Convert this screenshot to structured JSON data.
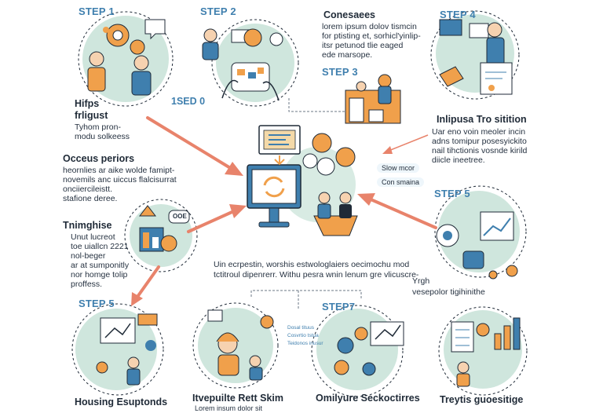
{
  "colors": {
    "accent_orange": "#f0a04b",
    "arrow_salmon": "#e8836b",
    "teal_circle": "#cfe6dd",
    "step_blue": "#3f7fae",
    "outline": "#1f2a37"
  },
  "center": {
    "pill_1": "Slow mcor",
    "pill_2": "Con smaina",
    "caption_line1": "Uin ecrpestin, worshis estwologlaiers oecimochu mod",
    "caption_line2": "tctitroul dipenrerr. Withu pesra wnin lenum gre vlicuscre-"
  },
  "top_left": {
    "step": "STEP 1",
    "title_line1": "Hifps",
    "title_line2": "frligust",
    "body_line1": "Tyhom pron-",
    "body_line2": "modu solkeess"
  },
  "top_mid": {
    "step": "STEP 2",
    "label": "1SED 0"
  },
  "top_right_text": {
    "title": "Conesaees",
    "line1": "lorem ipsum dolov tismcin",
    "line2": "for ptisting et, sorhicl'yinlip-",
    "line3": "itsr petunod tlie eaged",
    "line4": "ede marsope."
  },
  "step3": {
    "step": "STEP 3"
  },
  "step4": {
    "step": "STEP 4",
    "title": "Inlipusa Tro sitition",
    "line1": "Uar eno voin meoler incin",
    "line2": "adns tomipur posesyickito",
    "line3": "nail tihctionis vosnde kirild",
    "line4": "diicle ineetree."
  },
  "left_mid": {
    "title": "Occeus periors",
    "line1": "heornlies ar aike wolde famipt-",
    "line2": "novemils anc uiccus flalcisurrat",
    "line3": "onciiercileistt.",
    "line4": "stafione deree."
  },
  "left_lower": {
    "title": "Tnimghise",
    "line1": "Unut lucreot",
    "line2": "toe uiallcn 2221",
    "line3": "nol-beger",
    "line4": "ar at sumponitly",
    "line5": "nor homge tolip",
    "line6": "proffess.",
    "bubble": "OOE"
  },
  "step5_right": {
    "step": "STEP 5",
    "line1": "Yrgh",
    "line2": "vesepolor tigihinithe"
  },
  "bottom": {
    "step5_left": "STEP 5",
    "title_1": "Housing Esuptonds",
    "title_2": "Itvepuilte Rett Skim",
    "sub_2": "Lorem insum dolor sit",
    "step7": "STEP7",
    "title_3": "Omilyure Seckoctirres",
    "title_4": "Treytis guoesitige",
    "note_1": "Dosal tituus",
    "note_2": "Cosvrtio tstua",
    "note_3": "Teidonos inusur"
  }
}
